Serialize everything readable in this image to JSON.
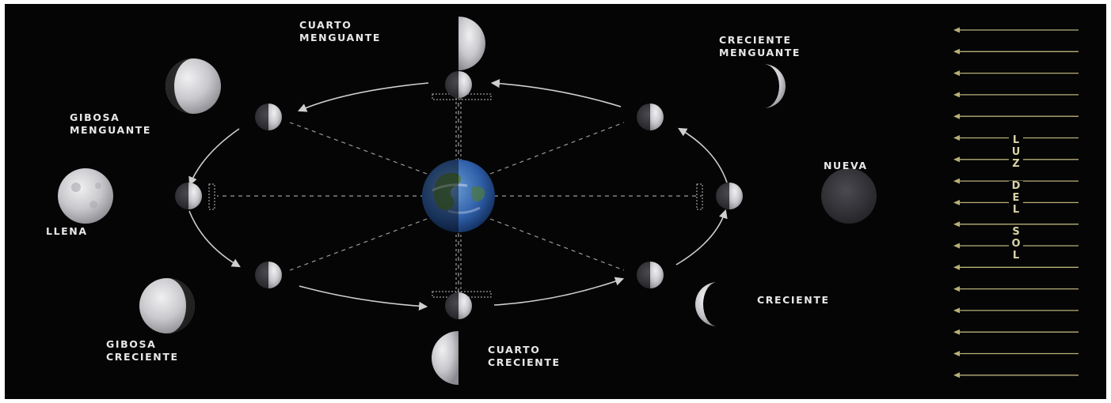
{
  "labels": {
    "cuarto_menguante": [
      "CUARTO",
      "MENGUANTE"
    ],
    "creciente_menguante": [
      "CRECIENTE",
      "MENGUANTE"
    ],
    "gibosa_menguante": [
      "GIBOSA",
      "MENGUANTE"
    ],
    "nueva": "NUEVA",
    "llena": "LLENA",
    "creciente": "CRECIENTE",
    "gibosa_creciente": [
      "GIBOSA",
      "CRECIENTE"
    ],
    "cuarto_creciente": [
      "CUARTO",
      "CRECIENTE"
    ]
  },
  "sunlight": {
    "letters": [
      "L",
      "U",
      "Z",
      "D",
      "E",
      "L",
      "S",
      "O",
      "L"
    ],
    "arrow_count": 17,
    "color": "#b8b07a"
  },
  "colors": {
    "background": "#050505",
    "orbit": "#cfcfcf",
    "guide": "#9a9a9a",
    "label": "#e8e8e8",
    "moon_light": "#d9d9dc",
    "moon_dark": "#1b1b1e",
    "earth_ocean": "#2f5fa8",
    "earth_land": "#4f7a3c"
  }
}
